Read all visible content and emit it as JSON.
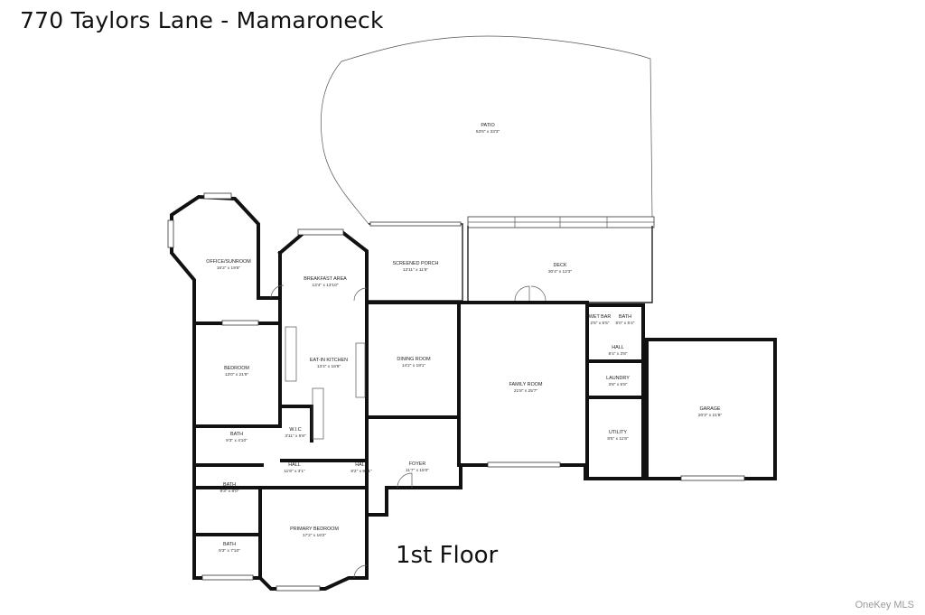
{
  "header": {
    "title": "770 Taylors Lane - Mamaroneck"
  },
  "floor": {
    "label": "1st Floor"
  },
  "watermark": {
    "text": "OneKey MLS"
  },
  "rooms": {
    "patio": {
      "name": "PATIO",
      "dims": "53'6\" x 33'3\""
    },
    "deck": {
      "name": "DECK",
      "dims": "30'4\" x 12'3\""
    },
    "screened": {
      "name": "SCREENED PORCH",
      "dims": "13'11\" x 11'6\""
    },
    "office": {
      "name": "OFFICE/SUNROOM",
      "dims": "16'2\" x 19'6\""
    },
    "breakfast": {
      "name": "BREAKFAST AREA",
      "dims": "13'4\" x 13'10\""
    },
    "kitchen": {
      "name": "EAT-IN KITCHEN",
      "dims": "13'4\" x 16'8\""
    },
    "dining": {
      "name": "DINING ROOM",
      "dims": "14'2\" x 18'1\""
    },
    "family": {
      "name": "FAMILY ROOM",
      "dims": "21'8\" x 25'7\""
    },
    "bedroom": {
      "name": "BEDROOM",
      "dims": "13'0\" x 21'9\""
    },
    "bath1": {
      "name": "BATH",
      "dims": "9'3\" x 4'10\""
    },
    "bath2": {
      "name": "BATH",
      "dims": "9'3\" x 8'0\""
    },
    "bath3": {
      "name": "BATH",
      "dims": "9'3\" x 7'10\""
    },
    "primary": {
      "name": "PRIMARY BEDROOM",
      "dims": "17'2\" x 16'2\""
    },
    "foyer": {
      "name": "FOYER",
      "dims": "11'7\" x 15'0\""
    },
    "hall1": {
      "name": "HALL",
      "dims": "11'8\" x 3'1\""
    },
    "hall2": {
      "name": "HALL",
      "dims": "8'2\" x 9'11\""
    },
    "wic": {
      "name": "W.I.C",
      "dims": "3'11\" x 6'8\""
    },
    "wetbar": {
      "name": "WET BAR",
      "dims": "2'5\" x 5'5\""
    },
    "bath4": {
      "name": "BATH",
      "dims": "5'0\" x 5'4\""
    },
    "hall3": {
      "name": "HALL",
      "dims": "8'4\" x 3'8\""
    },
    "laundry": {
      "name": "LAUNDRY",
      "dims": "3'8\" x 5'8\""
    },
    "utility": {
      "name": "UTILITY",
      "dims": "8'5\" x 11'8\""
    },
    "garage": {
      "name": "GARAGE",
      "dims": "20'3\" x 21'8\""
    }
  }
}
